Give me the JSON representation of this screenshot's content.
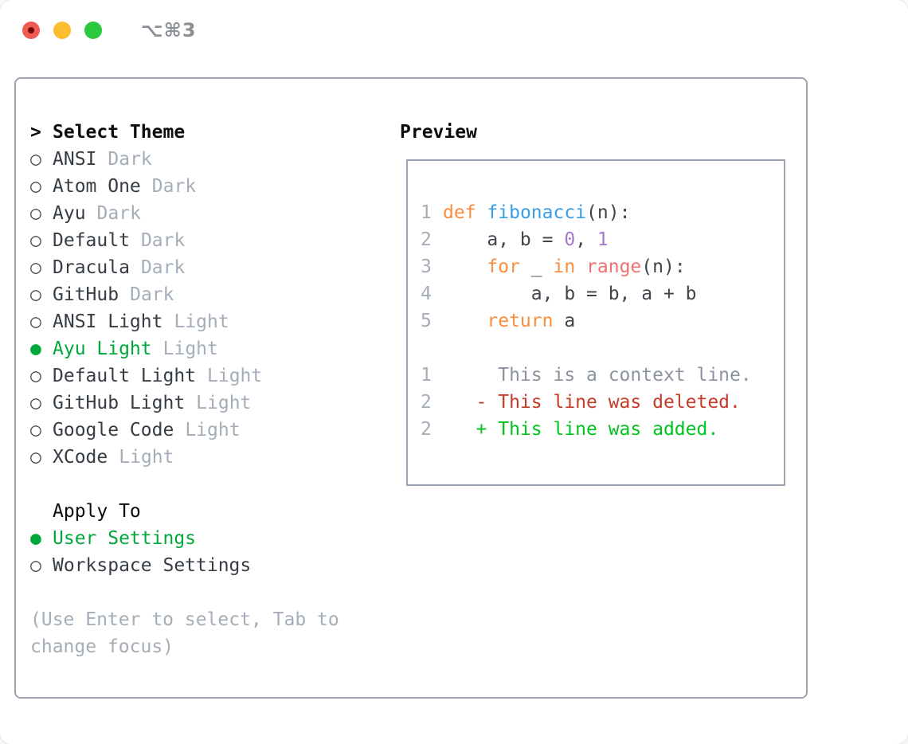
{
  "colors": {
    "panel_border": "#9aa3af",
    "selection_green": "#00a83c",
    "added_green": "#00c41e",
    "deleted_red": "#c63a28",
    "context_gray": "#8a939e",
    "keyword_orange": "#fa8d3e",
    "function_blue": "#399ee6",
    "number_purple": "#a37acc",
    "builtin_coral": "#f07171",
    "traffic_red": "#f05b51",
    "traffic_yellow": "#fcbd2f",
    "traffic_green": "#2bc840"
  },
  "titlebar": {
    "title": "⌥⌘3"
  },
  "theme_picker": {
    "cursor": ">",
    "header": "Select Theme",
    "items": [
      {
        "marker": "○",
        "name": "ANSI",
        "variant": "Dark",
        "selected": false
      },
      {
        "marker": "○",
        "name": "Atom One",
        "variant": "Dark",
        "selected": false
      },
      {
        "marker": "○",
        "name": "Ayu",
        "variant": "Dark",
        "selected": false
      },
      {
        "marker": "○",
        "name": "Default",
        "variant": "Dark",
        "selected": false
      },
      {
        "marker": "○",
        "name": "Dracula",
        "variant": "Dark",
        "selected": false
      },
      {
        "marker": "○",
        "name": "GitHub",
        "variant": "Dark",
        "selected": false
      },
      {
        "marker": "○",
        "name": "ANSI Light",
        "variant": "Light",
        "selected": false
      },
      {
        "marker": "●",
        "name": "Ayu Light",
        "variant": "Light",
        "selected": true
      },
      {
        "marker": "○",
        "name": "Default Light",
        "variant": "Light",
        "selected": false
      },
      {
        "marker": "○",
        "name": "GitHub Light",
        "variant": "Light",
        "selected": false
      },
      {
        "marker": "○",
        "name": "Google Code",
        "variant": "Light",
        "selected": false
      },
      {
        "marker": "○",
        "name": "XCode",
        "variant": "Light",
        "selected": false
      }
    ]
  },
  "apply_to": {
    "header": "Apply To",
    "options": [
      {
        "marker": "●",
        "label": "User Settings",
        "selected": true
      },
      {
        "marker": "○",
        "label": "Workspace Settings",
        "selected": false
      }
    ]
  },
  "hint": "(Use Enter to select, Tab to change focus)",
  "preview": {
    "header": "Preview",
    "lines": [
      {
        "no": "1",
        "tokens": [
          {
            "t": "def"
          },
          {
            "t": " "
          },
          {
            "t": "fibonacci"
          },
          {
            "t": "(n):"
          }
        ]
      },
      {
        "no": "2",
        "tokens": [
          {
            "t": "    a, b = "
          },
          {
            "t": "0"
          },
          {
            "t": ", "
          },
          {
            "t": "1"
          }
        ]
      },
      {
        "no": "3",
        "tokens": [
          {
            "t": "    "
          },
          {
            "t": "for"
          },
          {
            "t": " _ "
          },
          {
            "t": "in"
          },
          {
            "t": " "
          },
          {
            "t": "range"
          },
          {
            "t": "(n):"
          }
        ]
      },
      {
        "no": "4",
        "tokens": [
          {
            "t": "        a, b = b, a + b"
          }
        ]
      },
      {
        "no": "5",
        "tokens": [
          {
            "t": "    "
          },
          {
            "t": "return"
          },
          {
            "t": " a"
          }
        ]
      },
      {
        "no": "",
        "tokens": []
      },
      {
        "no": "1",
        "tokens": [
          {
            "t": "     This is a context line."
          }
        ]
      },
      {
        "no": "2",
        "tokens": [
          {
            "t": "   - This line was deleted."
          }
        ]
      },
      {
        "no": "2",
        "tokens": [
          {
            "t": "   + This line was added."
          }
        ]
      }
    ]
  }
}
